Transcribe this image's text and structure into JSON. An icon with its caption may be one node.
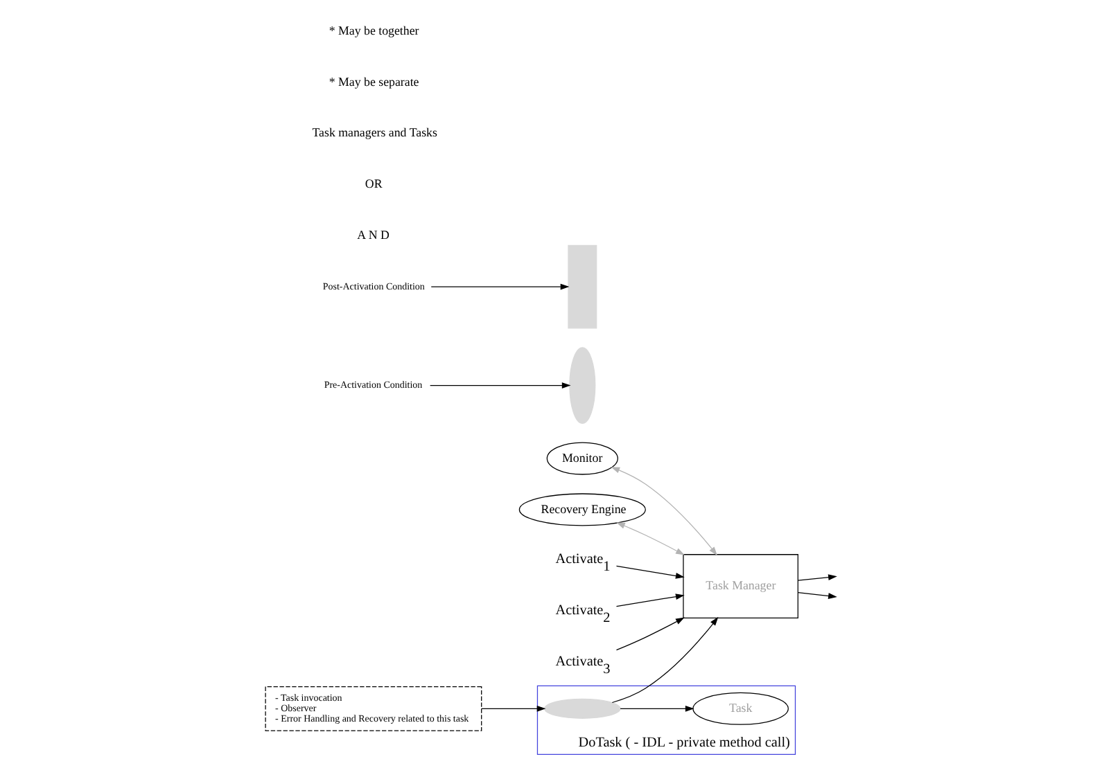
{
  "diagram": {
    "nodes": [
      {
        "text": [
          "Monitor"
        ]
      },
      {
        "text": [
          "Recovery Engine"
        ]
      },
      {
        "text": [
          "Pre-Activation Condition"
        ]
      },
      {
        "text": [
          "Activate$_{1}$"
        ]
      },
      {
        "text": [
          "Activate$_{2}$"
        ]
      },
      {
        "text": [
          "Activate$_{3}$"
        ]
      },
      {
        "text": [],
        "shape": "ellipse"
      },
      {
        "text": [
          "Task Manager"
        ]
      },
      {
        "text": [
          "DoTask ( - IDL - private method call)"
        ]
      },
      {
        "text": [],
        "shape": "ellipse",
        "in": 8
      },
      {
        "text": [
          "Task"
        ],
        "in": 8
      },
      {
        "text": [
          "Post-Activation Condition"
        ]
      },
      {
        "text": [],
        "shape": "box"
      },
      {
        "text": [
          "- Task invocation",
          "- Observer",
          "- Error Handling and Recovery related to this task"
        ]
      }
    ],
    "edges": [
      {
        "from": 0,
        "to": 7,
        "arrow": "both",
        "color": "#b3b3b3"
      },
      {
        "from": 1,
        "to": 7,
        "arrow": "both",
        "color": "#b3b3b3"
      },
      {
        "from": 2,
        "to": 6,
        "arrow": "to"
      },
      {
        "from": 3,
        "to": 7,
        "arrow": "to"
      },
      {
        "from": 4,
        "to": 7,
        "arrow": "to"
      },
      {
        "from": 5,
        "to": 7,
        "arrow": "to"
      },
      {
        "from": 11,
        "to": 12,
        "arrow": "to"
      },
      {
        "from": 7,
        "to": null,
        "arrow": "to"
      },
      {
        "from": 7,
        "to": null,
        "arrow": "to"
      },
      {
        "from": 9,
        "to": 7,
        "arrow": "to"
      },
      {
        "from": 9,
        "to": 10,
        "arrow": "to"
      },
      {
        "from": 13,
        "to": 9,
        "arrow": "to"
      }
    ],
    "labels": [
      "A N D",
      "OR",
      "Task managers and Tasks",
      "* May be separate",
      "* May be together"
    ]
  }
}
